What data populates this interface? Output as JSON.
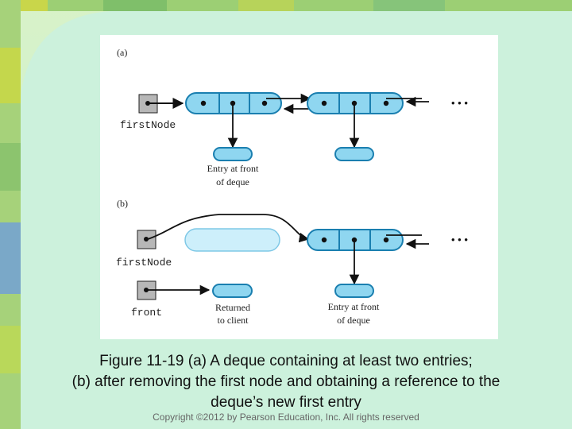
{
  "slide": {
    "caption_lines": [
      "Figure 11-19 (a) A deque containing at least two entries;",
      "(b) after removing the first node and obtaining a reference to the",
      "deque’s new first entry"
    ],
    "copyright": "Copyright ©2012 by Pearson Education, Inc. All rights reserved"
  },
  "figure": {
    "part_a": {
      "label": "(a)",
      "first_node_label": "firstNode",
      "ellipsis": "• • •",
      "entry_label_lines": [
        "Entry at front",
        "of deque"
      ]
    },
    "part_b": {
      "label": "(b)",
      "first_node_label": "firstNode",
      "front_label": "front",
      "ellipsis": "• • •",
      "returned_label_lines": [
        "Returned",
        "to client"
      ],
      "entry_label_lines": [
        "Entry at front",
        "of deque"
      ]
    }
  },
  "colors": {
    "node_fill": "#8fd6f0",
    "node_stroke": "#1a7fb0",
    "removed_node_fill": "#cdeffb",
    "reference_box_fill": "#b7b7b7"
  }
}
